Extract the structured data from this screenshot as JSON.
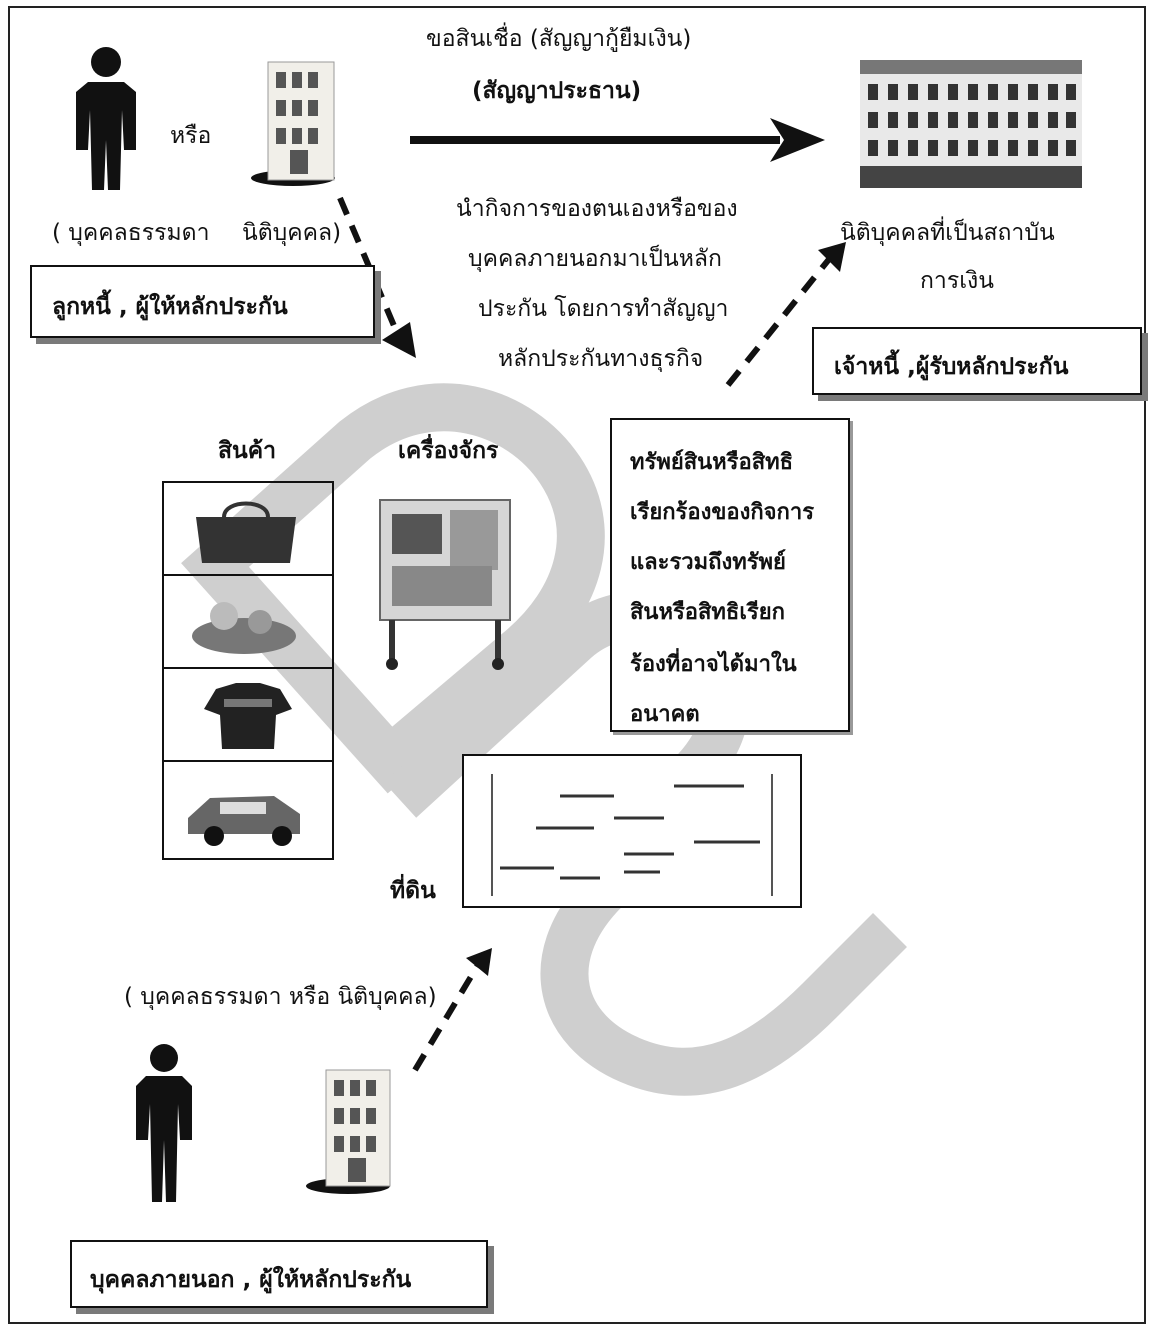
{
  "arrow_top": {
    "line1": "ขอสินเชื่อ  (สัญญากู้ยืมเงิน)",
    "line2": "(สัญญาประธาน)"
  },
  "debtor": {
    "or_label": "หรือ",
    "person_label": "( บุคคลธรรมดา",
    "entity_label": "นิติบุคคล)",
    "role_box": "ลูกหนี้ , ผู้ให้หลักประกัน"
  },
  "creditor": {
    "line1": "นิติบุคคลที่เป็นสถาบัน",
    "line2": "การเงิน",
    "role_box": "เจ้าหนี้ ,ผู้รับหลักประกัน"
  },
  "middle_text": [
    "นำกิจการของตนเองหรือของ",
    "บุคคลภายนอกมาเป็นหลัก",
    "ประกัน โดยการทำสัญญา",
    "หลักประกันทางธุรกิจ"
  ],
  "assets": {
    "goods_label": "สินค้า",
    "machinery_label": "เครื่องจักร",
    "land_label": "ที่ดิน",
    "rights_text": [
      "ทรัพย์สินหรือสิทธิ",
      "เรียกร้องของกิจการ",
      "และรวมถึงทรัพย์",
      "สินหรือสิทธิเรียก",
      "ร้องที่อาจได้มาใน",
      "อนาคต"
    ]
  },
  "third_party": {
    "label": "( บุคคลธรรมดา หรือ  นิติบุคคล)",
    "role_box": "บุคคลภายนอก , ผู้ให้หลักประกัน"
  },
  "watermark": "DPU",
  "colors": {
    "ink": "#111111",
    "watermark": "#cfcfcf",
    "shadow": "#7a7a7a"
  }
}
